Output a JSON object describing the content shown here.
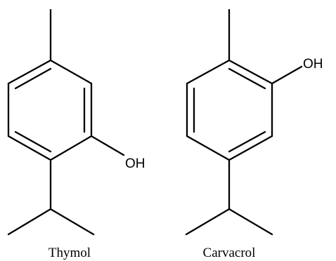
{
  "molecules": [
    {
      "name": "Thymol",
      "hydroxyl_label": "OH",
      "substituents": [
        "methyl",
        "hydroxyl",
        "isopropyl"
      ]
    },
    {
      "name": "Carvacrol",
      "hydroxyl_label": "OH",
      "substituents": [
        "methyl",
        "hydroxyl",
        "isopropyl"
      ]
    }
  ],
  "colors": {
    "ink": "#000000",
    "background": "#ffffff"
  }
}
